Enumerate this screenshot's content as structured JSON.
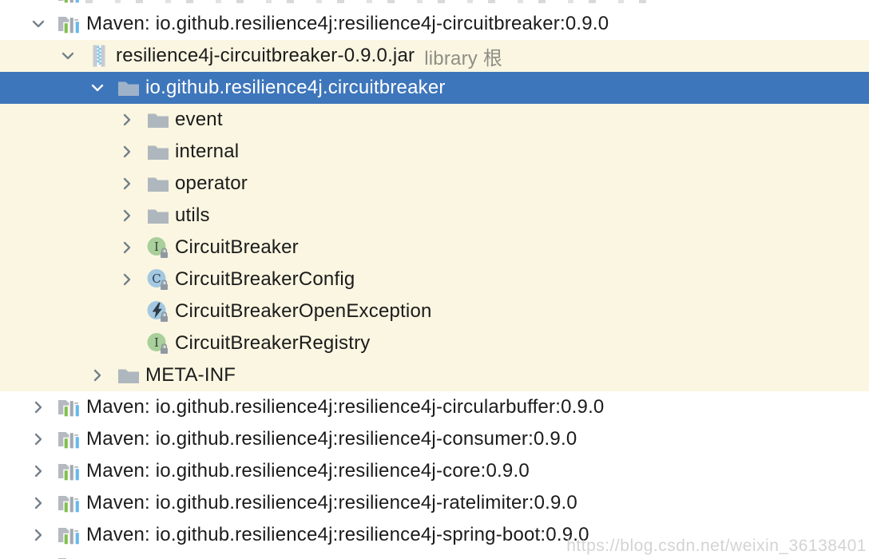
{
  "panel": {
    "kind": "ide-project-tree",
    "watermark": "https://blog.csdn.net/weixin_36138401"
  },
  "colors": {
    "selection_bg": "#3E76BB",
    "expanded_subtree_bg": "#FAF6E1",
    "row_bg": "#ffffff",
    "text": "#1b1b1b",
    "selected_text": "#ffffff",
    "annotation_text": "#8E8E85",
    "chevron": "#73808B",
    "folder_icon": "#AFB7BE",
    "library_bar_green": "#83BD52",
    "library_bar_gray": "#A2A9B0",
    "library_bar_blue": "#66B9EA",
    "interface_icon_bg": "#A9CF9B",
    "class_icon_bg": "#A3C8E1",
    "watermark_text": "#c9c9c9"
  },
  "tree": {
    "rows": [
      {
        "level": 0,
        "chevron": "down",
        "icon": "library",
        "label": "Maven: io.github.resilience4j:resilience4j-circuitbreaker:0.9.0",
        "bg": "white",
        "selected": false
      },
      {
        "level": 1,
        "chevron": "down",
        "icon": "jar",
        "label": "resilience4j-circuitbreaker-0.9.0.jar",
        "suffix": "library 根",
        "bg": "cream",
        "selected": false
      },
      {
        "level": 2,
        "chevron": "down",
        "icon": "folder",
        "label": "io.github.resilience4j.circuitbreaker",
        "bg": "cream",
        "selected": true
      },
      {
        "level": 3,
        "chevron": "right",
        "icon": "folder",
        "label": "event",
        "bg": "cream",
        "selected": false
      },
      {
        "level": 3,
        "chevron": "right",
        "icon": "folder",
        "label": "internal",
        "bg": "cream",
        "selected": false
      },
      {
        "level": 3,
        "chevron": "right",
        "icon": "folder",
        "label": "operator",
        "bg": "cream",
        "selected": false
      },
      {
        "level": 3,
        "chevron": "right",
        "icon": "folder",
        "label": "utils",
        "bg": "cream",
        "selected": false
      },
      {
        "level": 3,
        "chevron": "right",
        "icon": "interface",
        "label": "CircuitBreaker",
        "bg": "cream",
        "selected": false
      },
      {
        "level": 3,
        "chevron": "right",
        "icon": "class",
        "label": "CircuitBreakerConfig",
        "bg": "cream",
        "selected": false
      },
      {
        "level": 3,
        "chevron": "none",
        "icon": "exception",
        "label": "CircuitBreakerOpenException",
        "bg": "cream",
        "selected": false
      },
      {
        "level": 3,
        "chevron": "none",
        "icon": "interface",
        "label": "CircuitBreakerRegistry",
        "bg": "cream",
        "selected": false
      },
      {
        "level": 2,
        "chevron": "right",
        "icon": "folder",
        "label": "META-INF",
        "bg": "cream",
        "selected": false
      },
      {
        "level": 0,
        "chevron": "right",
        "icon": "library",
        "label": "Maven: io.github.resilience4j:resilience4j-circularbuffer:0.9.0",
        "bg": "white",
        "selected": false
      },
      {
        "level": 0,
        "chevron": "right",
        "icon": "library",
        "label": "Maven: io.github.resilience4j:resilience4j-consumer:0.9.0",
        "bg": "white",
        "selected": false
      },
      {
        "level": 0,
        "chevron": "right",
        "icon": "library",
        "label": "Maven: io.github.resilience4j:resilience4j-core:0.9.0",
        "bg": "white",
        "selected": false
      },
      {
        "level": 0,
        "chevron": "right",
        "icon": "library",
        "label": "Maven: io.github.resilience4j:resilience4j-ratelimiter:0.9.0",
        "bg": "white",
        "selected": false
      },
      {
        "level": 0,
        "chevron": "right",
        "icon": "library",
        "label": "Maven: io.github.resilience4j:resilience4j-spring-boot:0.9.0",
        "bg": "white",
        "selected": false
      }
    ]
  }
}
